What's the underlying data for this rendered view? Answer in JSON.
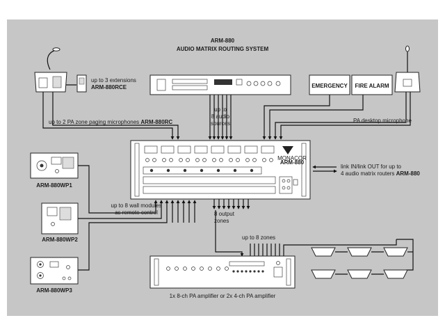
{
  "title": {
    "line1": "ARM-880",
    "line2": "AUDIO MATRIX ROUTING SYSTEM"
  },
  "labels": {
    "extensions": "up to 3 extensions",
    "extensions_model": "ARM-880RCE",
    "paging_mics": "up to 2 PA zone paging microphones",
    "paging_mics_model": "ARM-880RC",
    "audio_sources": [
      "up to",
      "8 audio",
      "sources"
    ],
    "desktop_mic": "PA desktop microphone",
    "link": "link IN/link OUT for up to",
    "link_line2": "4 audio matrix routers",
    "link_model": "ARM-880",
    "wall_modules": "up to 8 wall modules",
    "wall_modules_line2": "as remote control",
    "output_zones": [
      "8 output",
      "zones"
    ],
    "up_to_zones": "up to 8 zones",
    "amplifier": "1x 8-ch PA amplifier or 2x 4-ch PA amplifier"
  },
  "buttons": {
    "emergency": "EMERGENCY",
    "fire_alarm": "FIRE ALARM"
  },
  "wall_plates": [
    "ARM-880WP1",
    "ARM-880WP2",
    "ARM-880WP3"
  ],
  "router_text": {
    "brand": "MONACOR",
    "model": "ARM-880"
  }
}
